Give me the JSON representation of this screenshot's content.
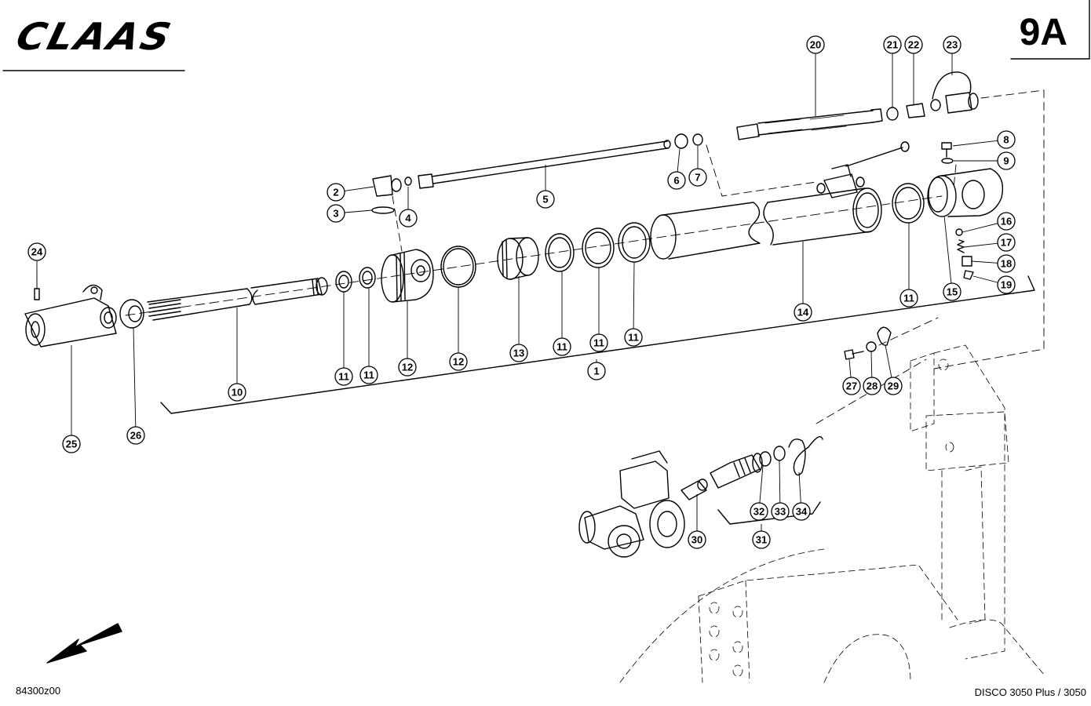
{
  "header": {
    "brand": "CLAAS",
    "sheet": "9A"
  },
  "footer": {
    "drawing_id": "84300z00",
    "model": "DISCO 3050 Plus / 3050"
  },
  "callouts": [
    {
      "label": "1"
    },
    {
      "label": "2"
    },
    {
      "label": "3"
    },
    {
      "label": "4"
    },
    {
      "label": "5"
    },
    {
      "label": "6"
    },
    {
      "label": "7"
    },
    {
      "label": "8"
    },
    {
      "label": "9"
    },
    {
      "label": "10"
    },
    {
      "label": "11"
    },
    {
      "label": "11"
    },
    {
      "label": "11"
    },
    {
      "label": "11"
    },
    {
      "label": "11"
    },
    {
      "label": "11"
    },
    {
      "label": "12"
    },
    {
      "label": "12"
    },
    {
      "label": "13"
    },
    {
      "label": "14"
    },
    {
      "label": "15"
    },
    {
      "label": "16"
    },
    {
      "label": "17"
    },
    {
      "label": "18"
    },
    {
      "label": "19"
    },
    {
      "label": "20"
    },
    {
      "label": "21"
    },
    {
      "label": "22"
    },
    {
      "label": "23"
    },
    {
      "label": "24"
    },
    {
      "label": "25"
    },
    {
      "label": "26"
    },
    {
      "label": "27"
    },
    {
      "label": "28"
    },
    {
      "label": "29"
    },
    {
      "label": "30"
    },
    {
      "label": "31"
    },
    {
      "label": "32"
    },
    {
      "label": "33"
    },
    {
      "label": "34"
    }
  ]
}
